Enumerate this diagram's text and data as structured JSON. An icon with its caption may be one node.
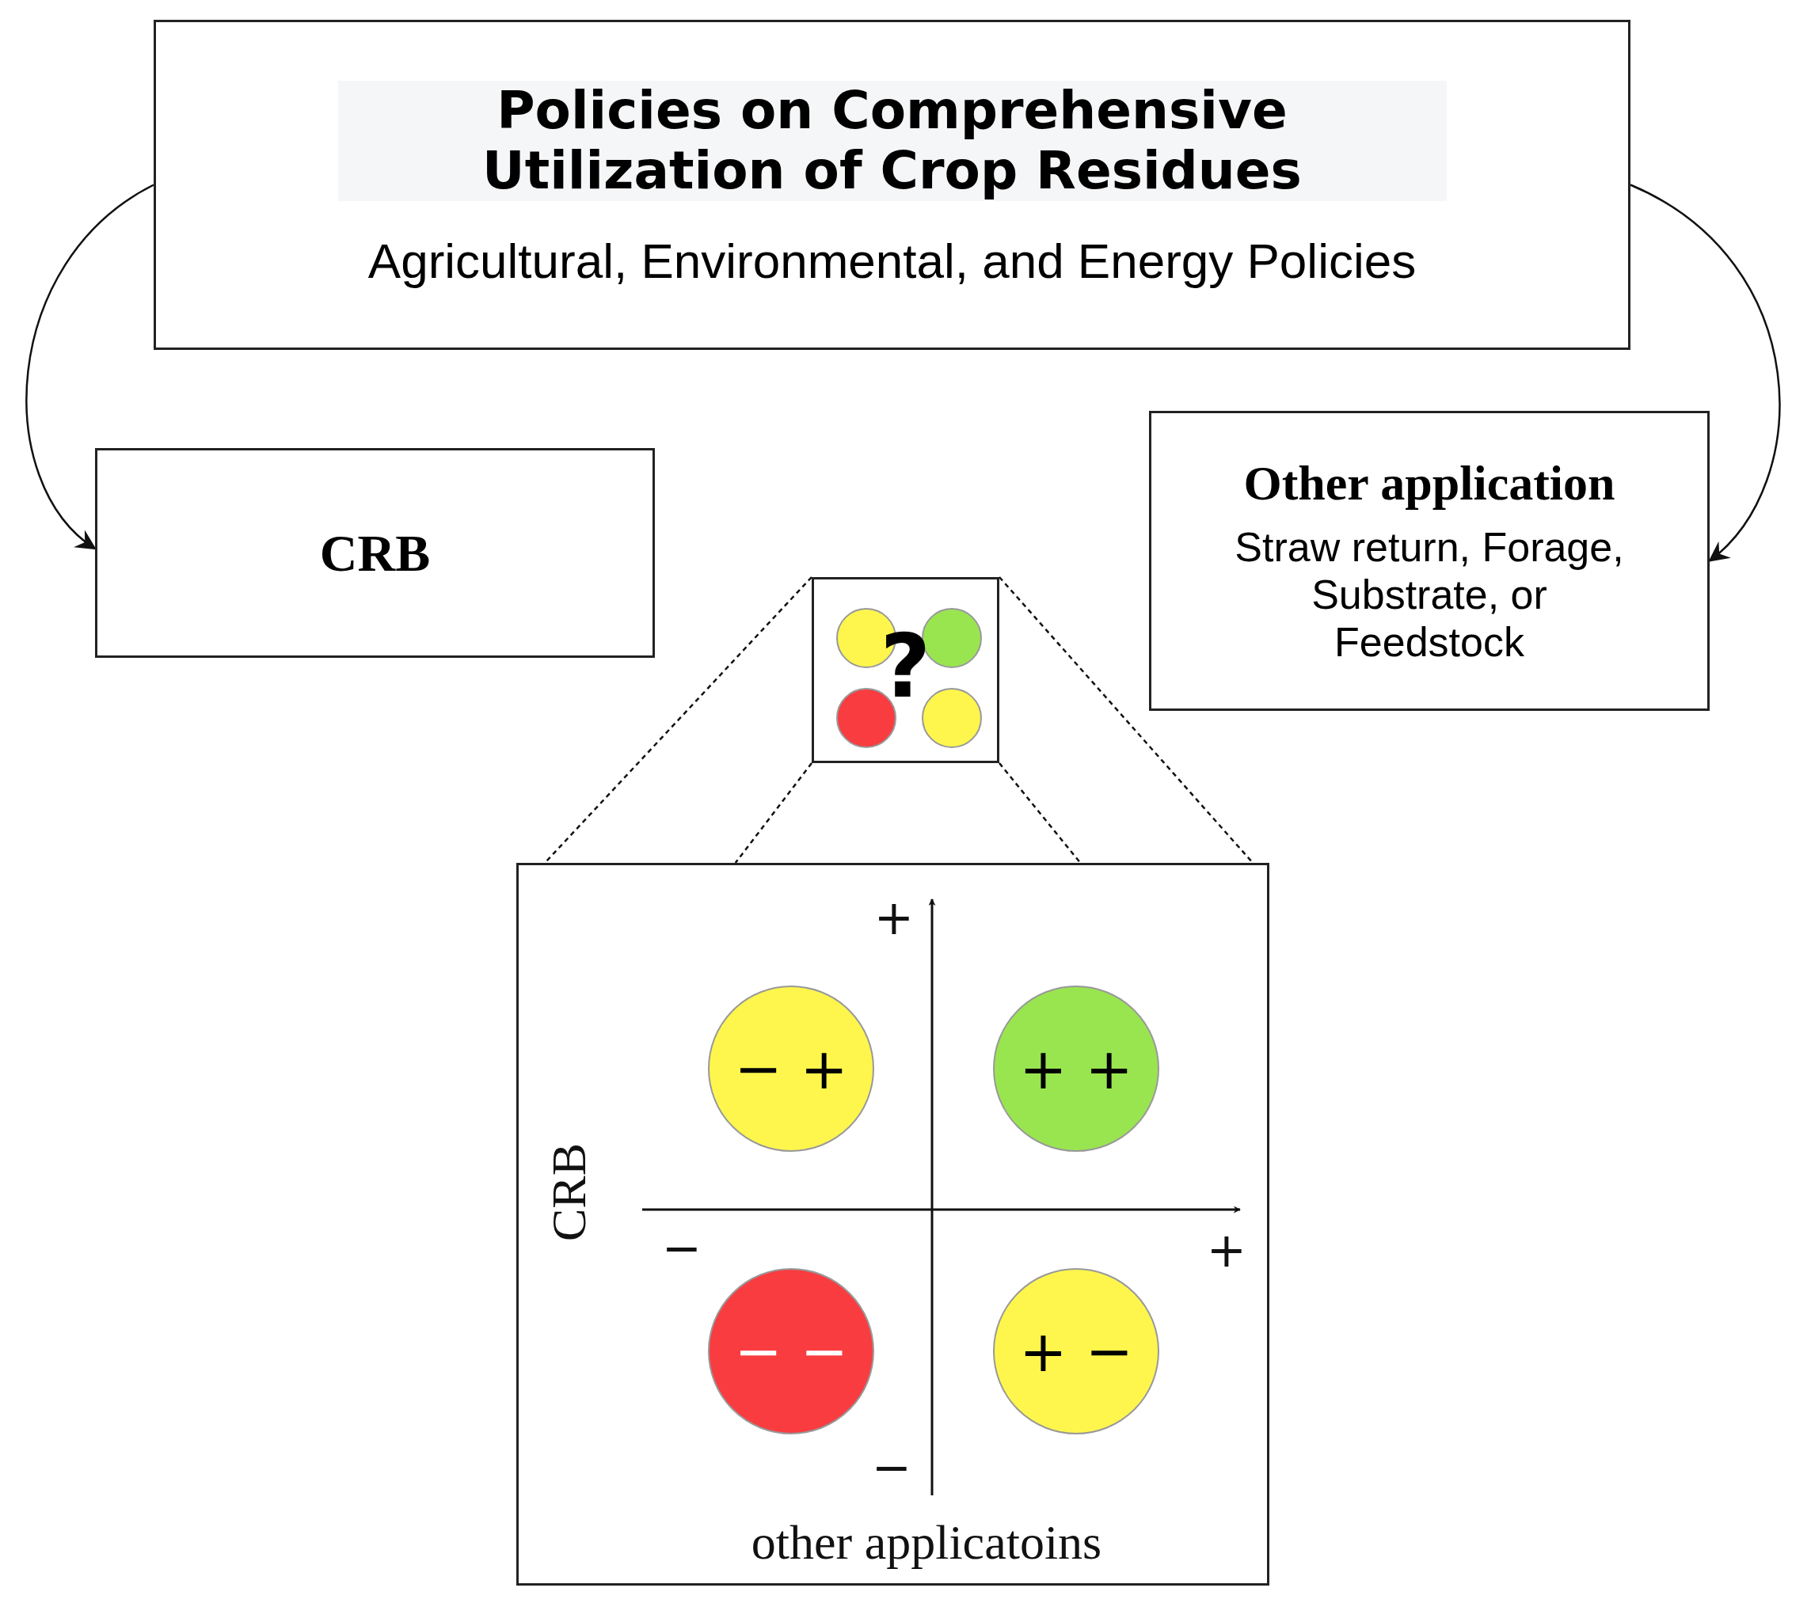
{
  "diagram": {
    "nodes": [
      {
        "text": [
          "Policies on Comprehensive Utilization of Crop Residues",
          "Agricultural, Environmental, and Energy Policies"
        ]
      },
      {
        "text": [
          "CRB"
        ]
      },
      {
        "text": [
          "Other application",
          "Straw return, Forage, Substrate, or Feedstock"
        ]
      },
      {
        "text": [
          "?"
        ]
      },
      {
        "text": [],
        "shape": "circle",
        "in": 3
      },
      {
        "text": [],
        "shape": "circle",
        "in": 3
      },
      {
        "text": [],
        "shape": "circle",
        "in": 3
      },
      {
        "text": [],
        "shape": "circle",
        "in": 3
      },
      {
        "text": [],
        "shape": "box"
      },
      {
        "text": [
          "− +"
        ],
        "in": 8
      },
      {
        "text": [
          "+ +"
        ],
        "in": 8
      },
      {
        "text": [
          "− −"
        ],
        "in": 8
      },
      {
        "text": [
          "+ −"
        ],
        "in": 8
      }
    ],
    "edges": [
      {
        "from": 0,
        "to": 1,
        "arrow": "to"
      },
      {
        "from": 0,
        "to": 2,
        "arrow": "to"
      },
      {
        "from": 3,
        "to": 8,
        "arrow": "none",
        "style": "dashed"
      },
      {
        "from": 3,
        "to": 8,
        "arrow": "none",
        "style": "dashed"
      },
      {
        "from": 3,
        "to": 8,
        "arrow": "none",
        "style": "dashed"
      },
      {
        "from": 3,
        "to": 8,
        "arrow": "none",
        "style": "dashed"
      }
    ],
    "labels": [
      "+",
      "CRB",
      "−",
      "+",
      "−",
      "other applicatoins"
    ]
  }
}
